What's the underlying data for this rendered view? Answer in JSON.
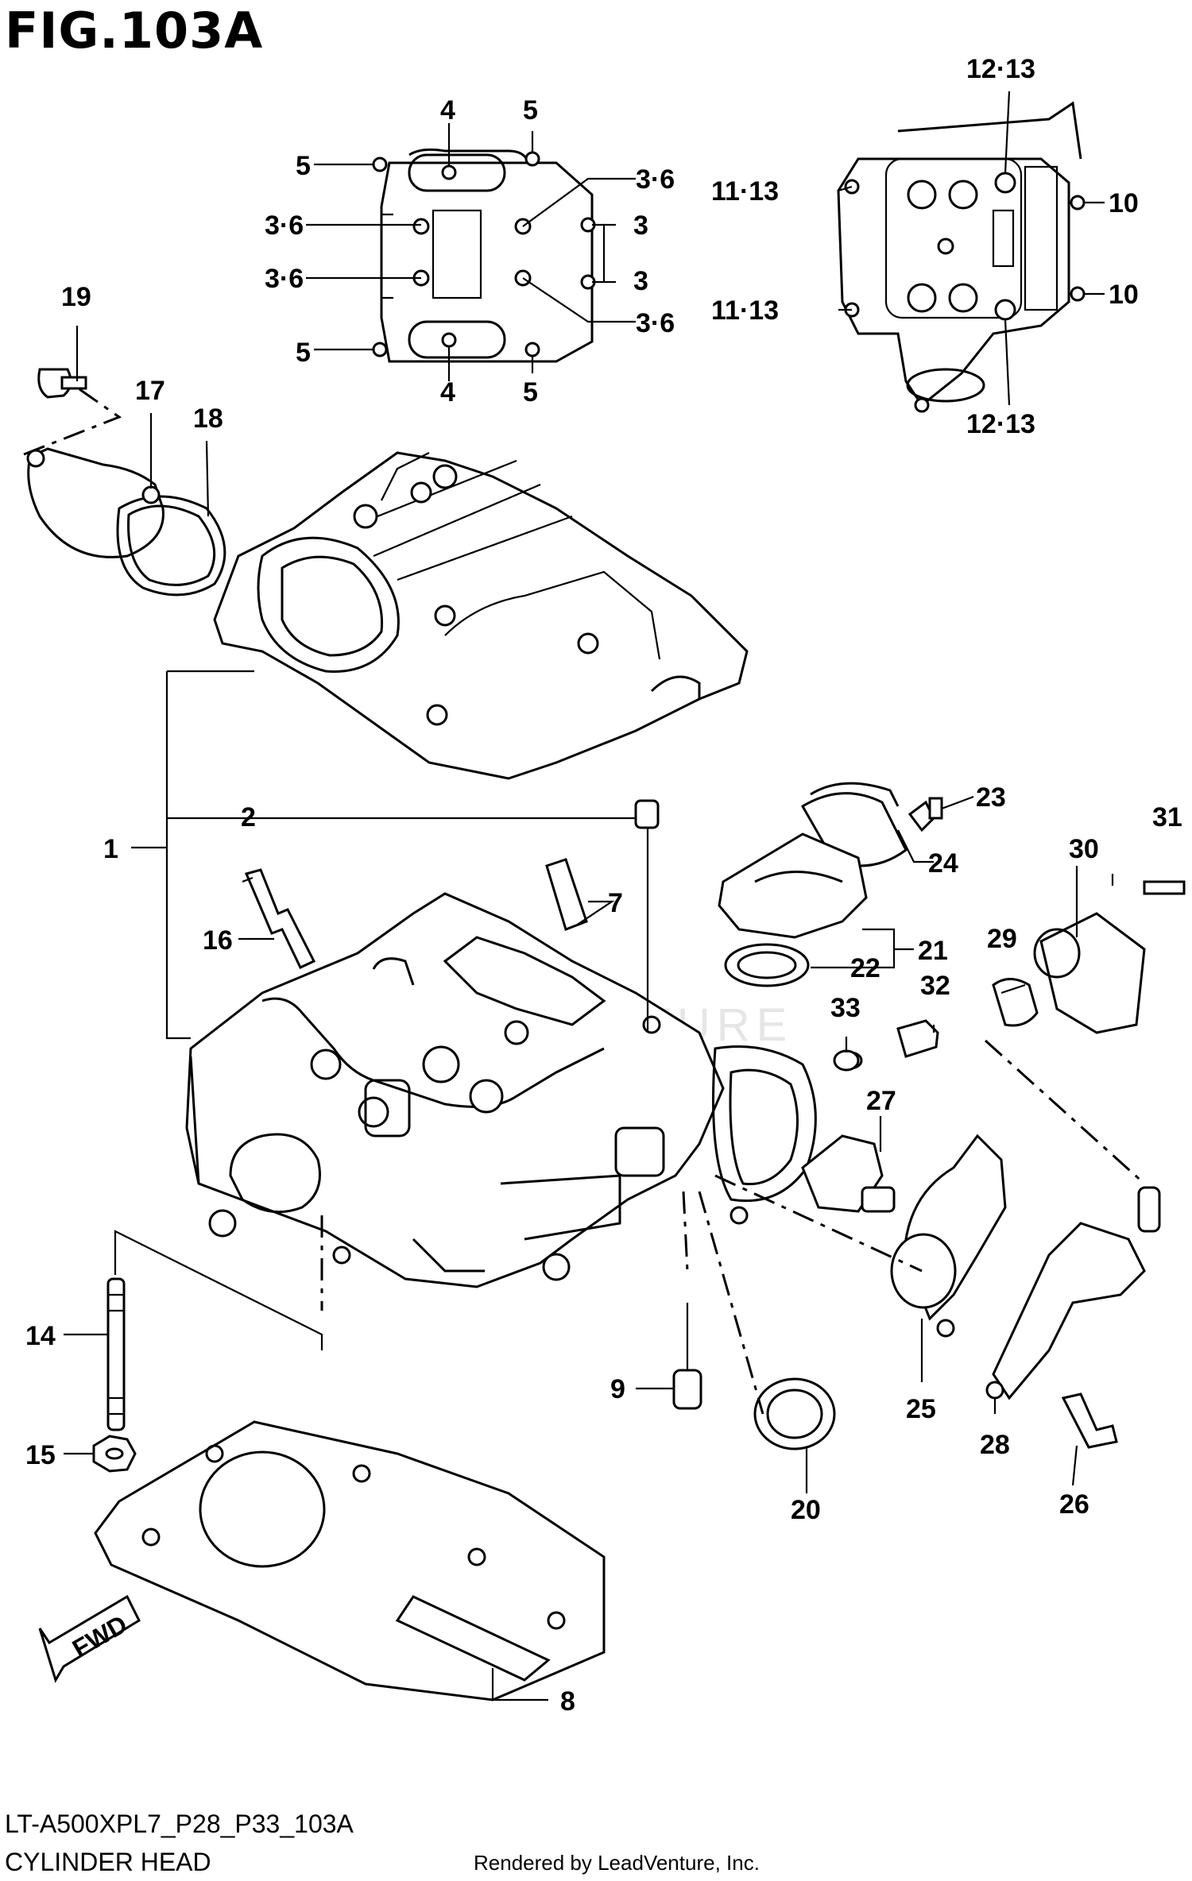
{
  "figure": {
    "title": "FIG.103A",
    "code": "LT-A500XPL7_P28_P33_103A",
    "caption": "CYLINDER HEAD",
    "credit": "Rendered by LeadVenture, Inc.",
    "watermark": "LEADVENTURE"
  },
  "callouts": [
    {
      "id": "1",
      "label": "1"
    },
    {
      "id": "2",
      "label": "2"
    },
    {
      "id": "3a",
      "label": "3"
    },
    {
      "id": "3b",
      "label": "3"
    },
    {
      "id": "36a",
      "label": "3·6"
    },
    {
      "id": "36b",
      "label": "3·6"
    },
    {
      "id": "36c",
      "label": "3·6"
    },
    {
      "id": "36d",
      "label": "3·6"
    },
    {
      "id": "4a",
      "label": "4"
    },
    {
      "id": "4b",
      "label": "4"
    },
    {
      "id": "5a",
      "label": "5"
    },
    {
      "id": "5b",
      "label": "5"
    },
    {
      "id": "5c",
      "label": "5"
    },
    {
      "id": "5d",
      "label": "5"
    },
    {
      "id": "7",
      "label": "7"
    },
    {
      "id": "8",
      "label": "8"
    },
    {
      "id": "9",
      "label": "9"
    },
    {
      "id": "10a",
      "label": "10"
    },
    {
      "id": "10b",
      "label": "10"
    },
    {
      "id": "1113a",
      "label": "11·13"
    },
    {
      "id": "1113b",
      "label": "11·13"
    },
    {
      "id": "1213a",
      "label": "12·13"
    },
    {
      "id": "1213b",
      "label": "12·13"
    },
    {
      "id": "14",
      "label": "14"
    },
    {
      "id": "15",
      "label": "15"
    },
    {
      "id": "16",
      "label": "16"
    },
    {
      "id": "17",
      "label": "17"
    },
    {
      "id": "18",
      "label": "18"
    },
    {
      "id": "19",
      "label": "19"
    },
    {
      "id": "20",
      "label": "20"
    },
    {
      "id": "21",
      "label": "21"
    },
    {
      "id": "22",
      "label": "22"
    },
    {
      "id": "23",
      "label": "23"
    },
    {
      "id": "24",
      "label": "24"
    },
    {
      "id": "25",
      "label": "25"
    },
    {
      "id": "26",
      "label": "26"
    },
    {
      "id": "27",
      "label": "27"
    },
    {
      "id": "28",
      "label": "28"
    },
    {
      "id": "29",
      "label": "29"
    },
    {
      "id": "30",
      "label": "30"
    },
    {
      "id": "31",
      "label": "31"
    },
    {
      "id": "32",
      "label": "32"
    },
    {
      "id": "33",
      "label": "33"
    }
  ],
  "fwd_label": "FWD"
}
